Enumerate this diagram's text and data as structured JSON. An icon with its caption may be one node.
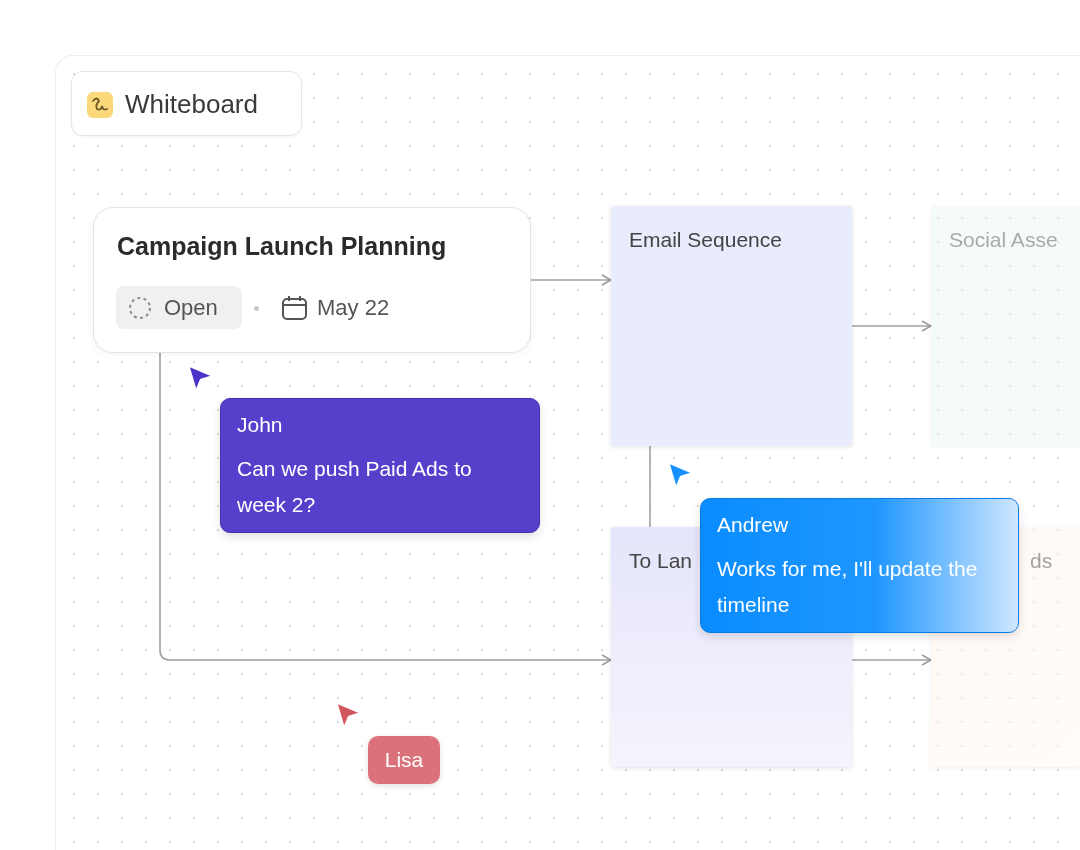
{
  "diagram": {
    "nodes": [
      {
        "text": [
          "Whiteboard"
        ]
      },
      {
        "text": [
          "Campaign Launch Planning",
          "Open",
          "May 22"
        ]
      },
      {
        "text": [
          "Email Sequence"
        ]
      },
      {
        "text": [
          "Social Asse"
        ]
      },
      {
        "text": [
          "To Lan"
        ]
      },
      {
        "text": [
          "ds"
        ]
      },
      {
        "text": [
          "John",
          "Can we push Paid Ads to week 2?"
        ]
      },
      {
        "text": [
          "Andrew",
          "Works for me, I'll update the timeline"
        ]
      },
      {
        "text": [
          "Lisa"
        ]
      }
    ],
    "edges": [
      {
        "from": 1,
        "to": 2,
        "arrow": "to"
      },
      {
        "from": 2,
        "to": 3,
        "arrow": "to"
      },
      {
        "from": 2,
        "to": 4,
        "arrow": "none"
      },
      {
        "from": 1,
        "to": 4,
        "arrow": "to"
      },
      {
        "from": 4,
        "to": 5,
        "arrow": "to"
      }
    ]
  }
}
